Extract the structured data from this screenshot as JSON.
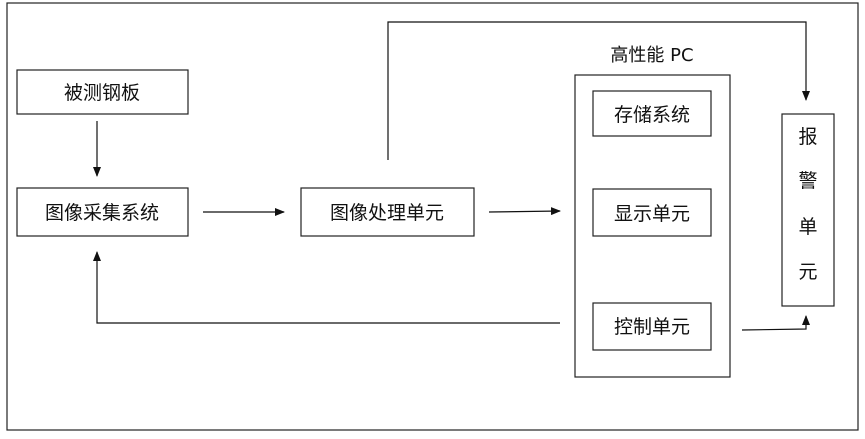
{
  "diagram": {
    "steel_plate": "被测钢板",
    "acquisition": "图像采集系统",
    "processing": "图像处理单元",
    "pc_title": "高性能 PC",
    "storage": "存储系统",
    "display": "显示单元",
    "control": "控制单元",
    "alarm_chars": [
      "报",
      "警",
      "单",
      "元"
    ]
  }
}
